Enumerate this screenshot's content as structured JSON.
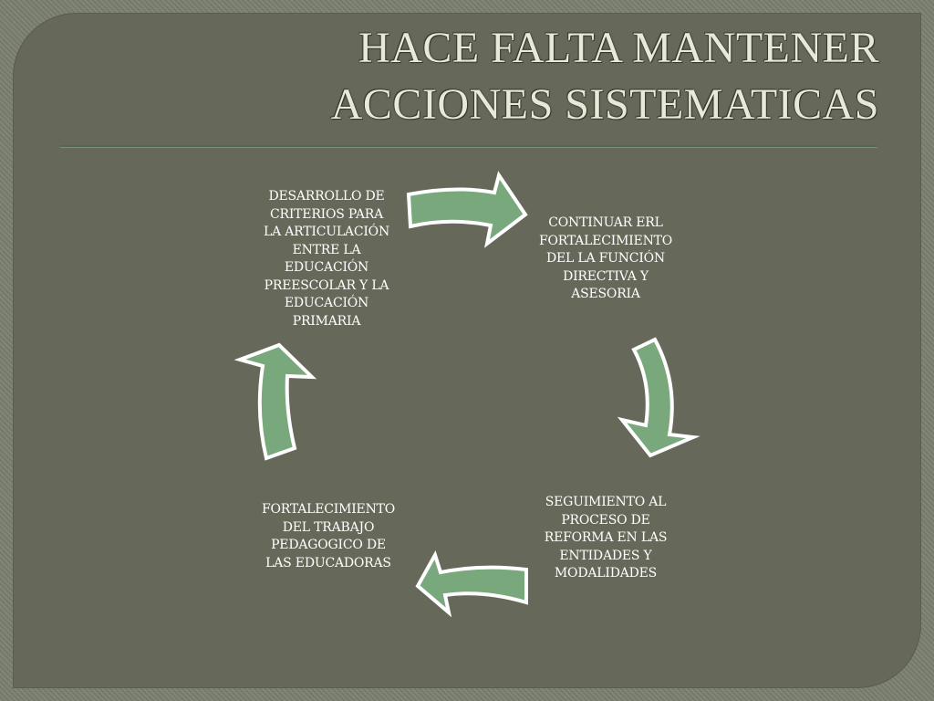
{
  "slide": {
    "title_lines": [
      "HACE FALTA MANTENER",
      "ACCIONES SISTEMATICAS"
    ]
  },
  "cycle": {
    "nodes": [
      {
        "id": "desarrollo",
        "lines": [
          "DESARROLLO DE",
          "CRITERIOS  PARA",
          "LA ARTICULACIÓN",
          "ENTRE LA",
          "EDUCACIÓN",
          "PREESCOLAR Y LA",
          "EDUCACIÓN",
          "PRIMARIA"
        ]
      },
      {
        "id": "continuar",
        "lines": [
          "CONTINUAR ERL",
          "FORTALECIMIENTO",
          "DEL LA FUNCIÓN",
          "DIRECTIVA Y",
          "ASESORIA"
        ]
      },
      {
        "id": "seguimiento",
        "lines": [
          "SEGUIMIENTO AL",
          "PROCESO DE",
          "REFORMA EN LAS",
          "ENTIDADES  Y",
          "MODALIDADES"
        ]
      },
      {
        "id": "fortalecimiento",
        "lines": [
          "FORTALECIMIENTO",
          "DEL TRABAJO",
          "PEDAGOGICO DE",
          "LAS EDUCADORAS"
        ]
      }
    ],
    "arrow_fill": "#79a87c",
    "arrow_stroke": "#ffffff"
  }
}
